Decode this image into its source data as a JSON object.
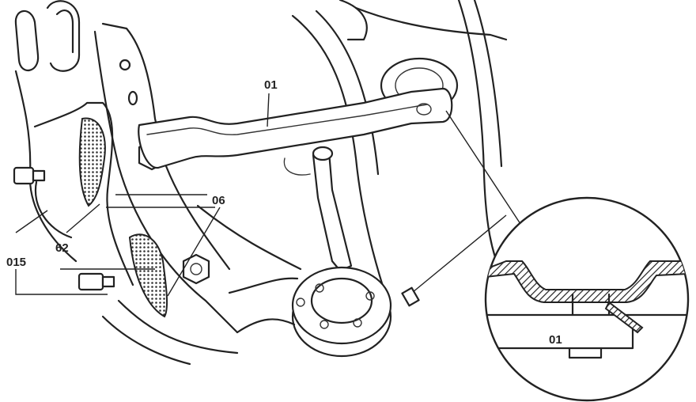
{
  "callouts": {
    "brace_bar": "01",
    "bolt_lower": "06",
    "shim": "62",
    "subframe": "015",
    "detail_part": "01"
  }
}
